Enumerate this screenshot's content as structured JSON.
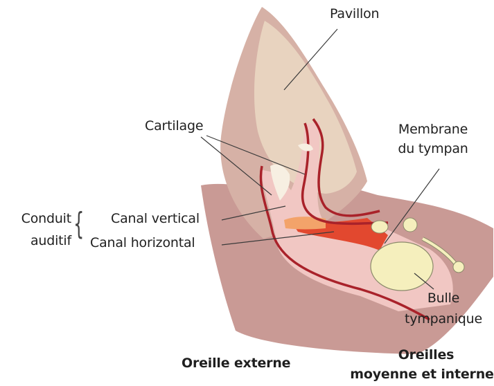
{
  "labels": {
    "pavillon": "Pavillon",
    "cartilage": "Cartilage",
    "membrane_line1": "Membrane",
    "membrane_line2": "du tympan",
    "conduit_line1": "Conduit",
    "conduit_line2": "auditif",
    "canal_vertical": "Canal vertical",
    "canal_horizontal": "Canal horizontal",
    "bulle_line1": "Bulle",
    "bulle_line2": "tympanique",
    "oreille_externe": "Oreille externe",
    "oreilles_line1": "Oreilles",
    "oreilles_line2": "moyenne et interne"
  },
  "colors": {
    "head_skin": "#c99a95",
    "pinna": "#d9b7ab",
    "pinna_inner": "#e9d3bf",
    "canal_wall": "#b0232b",
    "canal_fill": "#f2c6c2",
    "canal_red": "#e2482f",
    "bulla": "#f6f1bf",
    "leader": "#3a3a3a"
  }
}
